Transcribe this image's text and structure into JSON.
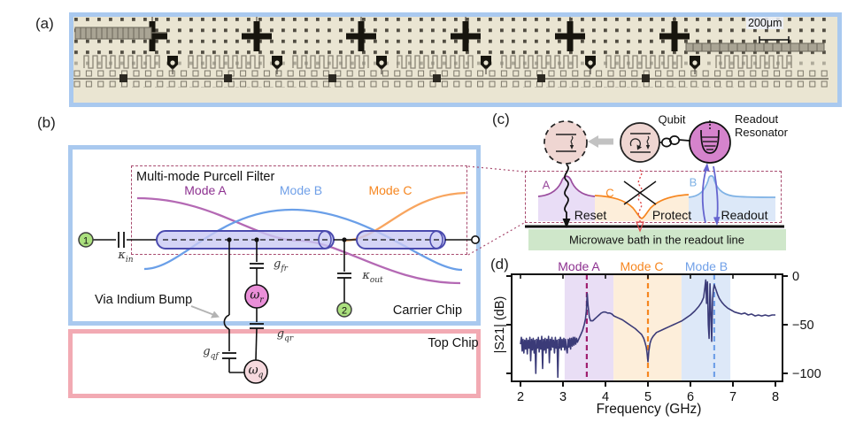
{
  "panels": {
    "a": "(a)",
    "b": "(b)",
    "c": "(c)",
    "d": "(d)"
  },
  "micrograph": {
    "scale_label": "200μm"
  },
  "circuit": {
    "title": "Multi-mode Purcell Filter",
    "modes": [
      {
        "label": "Mode A",
        "color": "#8d3190"
      },
      {
        "label": "Mode B",
        "color": "#70a0e8"
      },
      {
        "label": "Mode C",
        "color": "#f6861f"
      }
    ],
    "port_in": "1",
    "port_out": "2",
    "kappa_in": {
      "base": "κ",
      "sub": "in"
    },
    "kappa_out": {
      "base": "κ",
      "sub": "out"
    },
    "g_fr": {
      "base": "g",
      "sub": "fr"
    },
    "g_qr": {
      "base": "g",
      "sub": "qr"
    },
    "g_qf": {
      "base": "g",
      "sub": "qf"
    },
    "omega_r": {
      "base": "ω",
      "sub": "r"
    },
    "omega_q": {
      "base": "ω",
      "sub": "q"
    },
    "via_label": "Via Indium Bump",
    "carrier_chip": "Carrier Chip",
    "top_chip": "Top Chip"
  },
  "schematic": {
    "qubit_label": "Qubit",
    "readout_label_line1": "Readout",
    "readout_label_line2": "Resonator",
    "mode_a": "A",
    "mode_c": "C",
    "mode_b": "B",
    "reset": "Reset",
    "protect": "Protect",
    "readout": "Readout",
    "bath_label": "Microwave bath in the readout line"
  },
  "chart_data": {
    "type": "line",
    "xlabel": "Frequency (GHz)",
    "ylabel": "|S21| (dB)",
    "xlim": [
      2,
      8
    ],
    "ylim": [
      -108,
      2
    ],
    "xticks": [
      2,
      3,
      4,
      5,
      6,
      7,
      8
    ],
    "yticks": [
      0,
      -50,
      -100
    ],
    "grid": false,
    "line_color": "#3b3b78",
    "mode_titles": [
      {
        "label": "Mode A",
        "color": "#8d3190"
      },
      {
        "label": "Mode C",
        "color": "#f6861f"
      },
      {
        "label": "Mode B",
        "color": "#70a0e8"
      }
    ],
    "bands": [
      {
        "x0": 3.04,
        "x1": 4.19,
        "color": "#e9def5"
      },
      {
        "x0": 4.19,
        "x1": 5.79,
        "color": "#fdeeda"
      },
      {
        "x0": 5.79,
        "x1": 6.94,
        "color": "#dde8f8"
      }
    ],
    "vlines": [
      {
        "x": 3.56,
        "color": "#a02070"
      },
      {
        "x": 5.0,
        "color": "#f6861f"
      },
      {
        "x": 6.56,
        "color": "#70a0e8"
      }
    ],
    "points": [
      [
        2.0,
        -70
      ],
      [
        2.02,
        -63
      ],
      [
        2.04,
        -77
      ],
      [
        2.06,
        -65
      ],
      [
        2.08,
        -79
      ],
      [
        2.1,
        -66
      ],
      [
        2.12,
        -75
      ],
      [
        2.14,
        -64
      ],
      [
        2.16,
        -80
      ],
      [
        2.18,
        -66
      ],
      [
        2.2,
        -74
      ],
      [
        2.22,
        -63
      ],
      [
        2.24,
        -87
      ],
      [
        2.26,
        -65
      ],
      [
        2.28,
        -76
      ],
      [
        2.3,
        -64
      ],
      [
        2.32,
        -79
      ],
      [
        2.34,
        -66
      ],
      [
        2.36,
        -100
      ],
      [
        2.38,
        -65
      ],
      [
        2.4,
        -74
      ],
      [
        2.42,
        -63
      ],
      [
        2.44,
        -78
      ],
      [
        2.46,
        -66
      ],
      [
        2.48,
        -75
      ],
      [
        2.5,
        -62
      ],
      [
        2.52,
        -95
      ],
      [
        2.54,
        -65
      ],
      [
        2.56,
        -76
      ],
      [
        2.58,
        -64
      ],
      [
        2.6,
        -79
      ],
      [
        2.62,
        -65
      ],
      [
        2.64,
        -74
      ],
      [
        2.66,
        -62
      ],
      [
        2.68,
        -89
      ],
      [
        2.7,
        -65
      ],
      [
        2.72,
        -76
      ],
      [
        2.74,
        -63
      ],
      [
        2.76,
        -73
      ],
      [
        2.78,
        -66
      ],
      [
        2.8,
        -79
      ],
      [
        2.82,
        -63
      ],
      [
        2.84,
        -74
      ],
      [
        2.86,
        -66
      ],
      [
        2.88,
        -104
      ],
      [
        2.9,
        -65
      ],
      [
        2.92,
        -74
      ],
      [
        2.94,
        -63
      ],
      [
        2.96,
        -76
      ],
      [
        2.98,
        -65
      ],
      [
        3.0,
        -73
      ],
      [
        3.02,
        -64
      ],
      [
        3.04,
        -76
      ],
      [
        3.06,
        -65
      ],
      [
        3.08,
        -74
      ],
      [
        3.1,
        -79
      ],
      [
        3.12,
        -65
      ],
      [
        3.14,
        -73
      ],
      [
        3.16,
        -64
      ],
      [
        3.18,
        -75
      ],
      [
        3.2,
        -64
      ],
      [
        3.22,
        -72
      ],
      [
        3.24,
        -63
      ],
      [
        3.26,
        -71
      ],
      [
        3.28,
        -63
      ],
      [
        3.3,
        -70
      ],
      [
        3.32,
        -64
      ],
      [
        3.34,
        -68
      ],
      [
        3.38,
        -64
      ],
      [
        3.42,
        -60
      ],
      [
        3.46,
        -56
      ],
      [
        3.5,
        -50
      ],
      [
        3.53,
        -44
      ],
      [
        3.55,
        -36
      ],
      [
        3.57,
        -18
      ],
      [
        3.59,
        -30
      ],
      [
        3.62,
        -42
      ],
      [
        3.65,
        -46
      ],
      [
        3.7,
        -46
      ],
      [
        3.75,
        -44
      ],
      [
        3.8,
        -42
      ],
      [
        3.85,
        -40
      ],
      [
        3.9,
        -38
      ],
      [
        3.95,
        -37
      ],
      [
        4.0,
        -37
      ],
      [
        4.05,
        -38
      ],
      [
        4.1,
        -38
      ],
      [
        4.15,
        -39
      ],
      [
        4.2,
        -41
      ],
      [
        4.3,
        -43
      ],
      [
        4.4,
        -45
      ],
      [
        4.5,
        -48
      ],
      [
        4.6,
        -51
      ],
      [
        4.7,
        -54
      ],
      [
        4.8,
        -58
      ],
      [
        4.85,
        -60
      ],
      [
        4.9,
        -64
      ],
      [
        4.93,
        -68
      ],
      [
        4.96,
        -73
      ],
      [
        4.98,
        -79
      ],
      [
        5.0,
        -88
      ],
      [
        5.02,
        -77
      ],
      [
        5.05,
        -69
      ],
      [
        5.08,
        -65
      ],
      [
        5.12,
        -62
      ],
      [
        5.16,
        -60
      ],
      [
        5.2,
        -58
      ],
      [
        5.3,
        -56
      ],
      [
        5.4,
        -54
      ],
      [
        5.5,
        -52
      ],
      [
        5.6,
        -50
      ],
      [
        5.7,
        -48
      ],
      [
        5.8,
        -46
      ],
      [
        5.9,
        -43
      ],
      [
        6.0,
        -40
      ],
      [
        6.1,
        -36
      ],
      [
        6.2,
        -31
      ],
      [
        6.26,
        -27
      ],
      [
        6.31,
        -22
      ],
      [
        6.34,
        -12
      ],
      [
        6.36,
        -4
      ],
      [
        6.38,
        -28
      ],
      [
        6.4,
        -6
      ],
      [
        6.42,
        -50
      ],
      [
        6.44,
        -64
      ],
      [
        6.46,
        -8
      ],
      [
        6.48,
        -35
      ],
      [
        6.5,
        -67
      ],
      [
        6.52,
        -25
      ],
      [
        6.54,
        -14
      ],
      [
        6.56,
        -9
      ],
      [
        6.6,
        -14
      ],
      [
        6.64,
        -19
      ],
      [
        6.68,
        -23
      ],
      [
        6.74,
        -27
      ],
      [
        6.8,
        -30
      ],
      [
        6.88,
        -33
      ],
      [
        6.96,
        -35
      ],
      [
        7.04,
        -37
      ],
      [
        7.12,
        -38
      ],
      [
        7.2,
        -39
      ],
      [
        7.28,
        -38
      ],
      [
        7.36,
        -40
      ],
      [
        7.44,
        -39
      ],
      [
        7.52,
        -41
      ],
      [
        7.6,
        -40
      ],
      [
        7.68,
        -41
      ],
      [
        7.76,
        -40
      ],
      [
        7.84,
        -41
      ],
      [
        7.92,
        -40
      ],
      [
        8.0,
        -40
      ]
    ]
  }
}
